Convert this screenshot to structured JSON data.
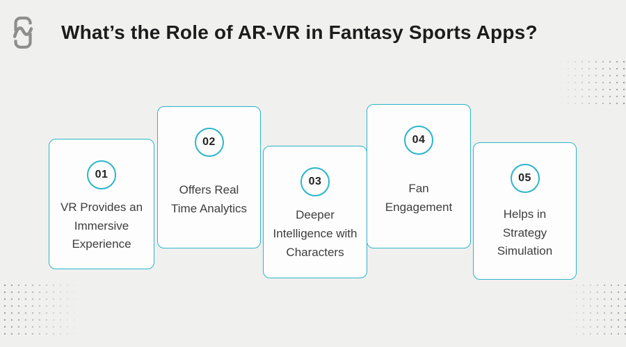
{
  "page": {
    "background_color": "#f0f0ef",
    "accent_color": "#2bb5c9",
    "text_color": "#3d3d3d"
  },
  "header": {
    "title": "What’s the Role of AR-VR in Fantasy Sports Apps?",
    "logo_icon": "nimble-phone-wave-logo"
  },
  "cards": [
    {
      "number": "01",
      "label": "VR Provides an Immersive Experience"
    },
    {
      "number": "02",
      "label": "Offers Real Time Analytics"
    },
    {
      "number": "03",
      "label": "Deeper Intelligence with Characters"
    },
    {
      "number": "04",
      "label": "Fan Engagement"
    },
    {
      "number": "05",
      "label": "Helps in Strategy Simulation"
    }
  ]
}
